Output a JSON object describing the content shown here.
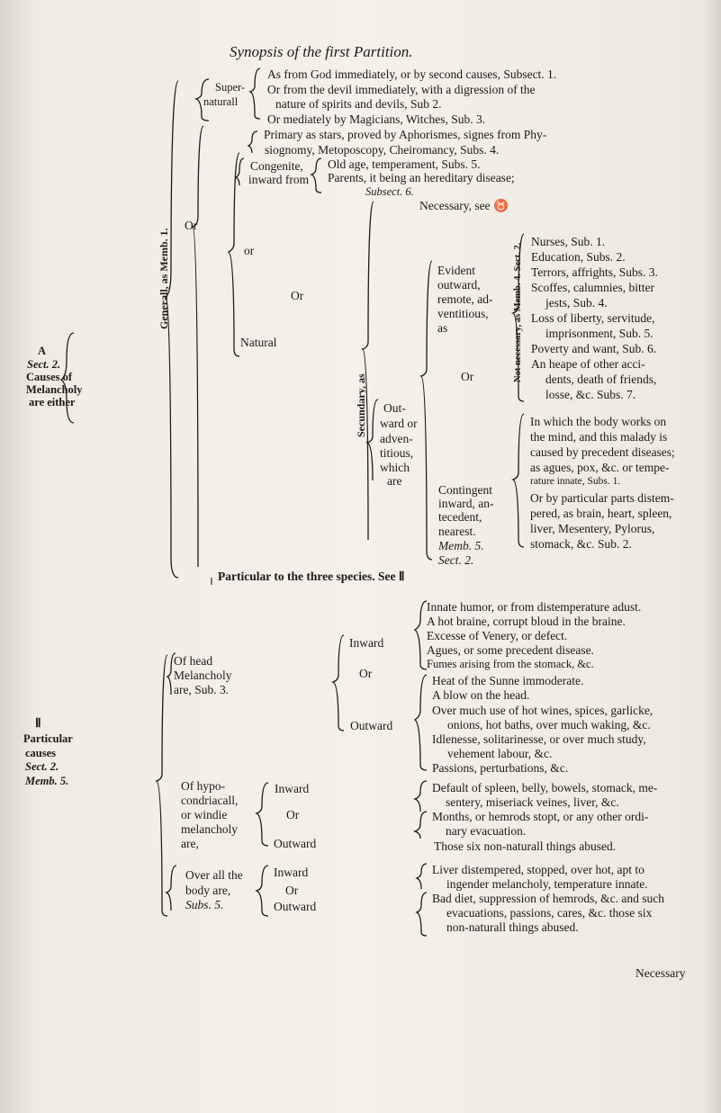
{
  "title": "Synopsis of the first Partition.",
  "upper": {
    "super_naturall": "Super-\nnaturall",
    "super": {
      "line1": "As from God immediately, or by second causes, Subsect. 1.",
      "line2": "Or from the devil immediately, with a digression of the",
      "line3": "nature of spirits and devils, Sub 2.",
      "line4": "Or mediately by Magicians, Witches, Sub. 3."
    },
    "primary": "Primary as stars, proved by Aphorismes, signes from Phy-",
    "primary2": "siognomy, Metoposcopy, Cheiromancy, Subs. 4.",
    "congenite": "Congenite,",
    "inward_from": "inward from",
    "old_age": "Old age, temperament, Subs. 5.",
    "parents": "Parents, it being an hereditary disease;",
    "subsect6": "Subsect. 6.",
    "necessary": "Necessary, see ♉",
    "or": "Or",
    "or2": "or",
    "or3": "Or",
    "or4": "Or",
    "natural": "Natural",
    "secundary": "Secundary, as",
    "generall": "Generall, as Memb. 1.",
    "evident": "Evident",
    "outward": "outward,",
    "remote": "remote, ad-",
    "ventitious": "ventitious,",
    "as": "as",
    "not_necessary": "Not necessary, as Memb. 4. Sect. 2.",
    "nurses": "Nurses, Sub. 1.",
    "education": "Education, Subs. 2.",
    "terrors": "Terrors, affrights, Subs. 3.",
    "scoffs": "Scoffes, calumnies, bitter",
    "jests": "jests, Sub. 4.",
    "loss": "Loss of liberty, servitude,",
    "imprison": "imprisonment, Sub. 5.",
    "poverty": "Poverty and want, Sub. 6.",
    "heape": "An heape of other acci-",
    "dents": "dents, death of friends,",
    "losse": "losse, &c. Subs. 7.",
    "out_ward": "Out-",
    "ward_or": "ward or",
    "adven": "adven-",
    "titious": "titious,",
    "which": "which",
    "are": "are",
    "contingent": "Contingent",
    "inward_ante": "inward, an-",
    "tecedent": "tecedent,",
    "nearest": "nearest.",
    "memb5": "Memb. 5.",
    "sect2": "Sect. 2.",
    "in_which": "In which the body works on",
    "the_mind": "the mind, and this malady is",
    "caused": "caused by precedent diseases;",
    "agues": "as agues, pox, &c. or tempe-",
    "rature": "rature innate, Subs. 1.",
    "or_by": "Or by particular parts distem-",
    "pered": "pered, as brain, heart, spleen,",
    "liver": "liver, Mesentery, Pylorus,",
    "stomack": "stomack, &c. Sub. 2.",
    "particular": "Particular to the three species. See Ⅱ"
  },
  "left": {
    "a": "A",
    "sect": "Sect. 2.",
    "causes": "Causes of",
    "melancholy": "Melancholy",
    "either": "are either"
  },
  "lower": {
    "ii": "Ⅱ",
    "particular": "Particular",
    "causes": "causes",
    "sect": "Sect. 2.",
    "memb": "Memb. 5.",
    "of_head": "Of head",
    "melancholy_head": "Melancholy",
    "are_sub3": "are, Sub. 3.",
    "inward": "Inward",
    "or_a": "Or",
    "outward": "Outward",
    "innate": "Innate humor, or from distemperature adust.",
    "hot_braine": "A hot braine, corrupt bloud in the braine.",
    "excesse": "Excesse of Venery, or defect.",
    "agues": "Agues, or some precedent disease.",
    "fumes": "Fumes arising from the stomack, &c.",
    "heat": "Heat of the Sunne immoderate.",
    "blow": "A blow on the head.",
    "over_much": "Over much use of hot wines, spices, garlicke,",
    "onions": "onions, hot baths, over much waking, &c.",
    "idlenesse": "Idlenesse, solitarinesse, or over much study,",
    "vehement": "vehement labour, &c.",
    "passions": "Passions, perturbations, &c.",
    "hypo": "Of hypo-",
    "condriacall": "condriacall,",
    "windie": "or windie",
    "melancholy_h": "melancholy",
    "are_h": "are,",
    "inward_h": "Inward",
    "or_h": "Or",
    "outward_h": "Outward",
    "default": "Default of spleen, belly, bowels, stomack, me-",
    "sentery": "sentery, miseriack veines, liver, &c.",
    "months": "Months, or hemrods stopt, or any other ordi-",
    "nary": "nary evacuation.",
    "those_six": "Those six non-naturall things abused.",
    "over_all": "Over all the",
    "body_are": "body are,",
    "subs5": "Subs. 5.",
    "inward_b": "Inward",
    "or_b": "Or",
    "outward_b": "Outward",
    "liver": "Liver distempered, stopped, over hot, apt to",
    "ingender": "ingender melancholy, temperature innate.",
    "bad_diet": "Bad diet, suppression of hemrods, &c. and such",
    "evacuations": "evacuations, passions, cares, &c. those six",
    "non_naturall": "non-naturall things abused."
  },
  "catchword": "Necessary"
}
